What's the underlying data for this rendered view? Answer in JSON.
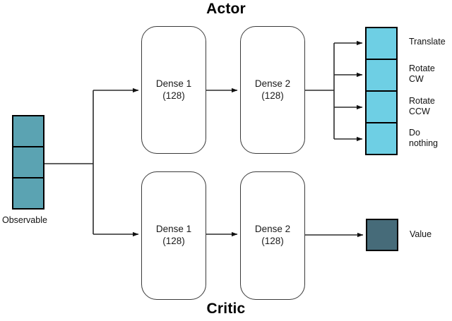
{
  "diagram": {
    "title_top": "Actor",
    "title_bottom": "Critic",
    "input": {
      "label": "Observable",
      "segments": 3,
      "color": "#5ba3b2"
    },
    "actor_branch": {
      "layers": [
        {
          "name": "Dense 1",
          "units": "(128)"
        },
        {
          "name": "Dense 2",
          "units": "(128)"
        }
      ],
      "outputs": {
        "color": "#6ecfe4",
        "items": [
          {
            "label": "Translate"
          },
          {
            "label": "Rotate\nCW"
          },
          {
            "label": "Rotate\nCCW"
          },
          {
            "label": "Do\nnothing"
          }
        ]
      }
    },
    "critic_branch": {
      "layers": [
        {
          "name": "Dense 1",
          "units": "(128)"
        },
        {
          "name": "Dense 2",
          "units": "(128)"
        }
      ],
      "output": {
        "label": "Value",
        "color": "#466b79"
      }
    },
    "stroke_color": "#2b2b2b"
  }
}
